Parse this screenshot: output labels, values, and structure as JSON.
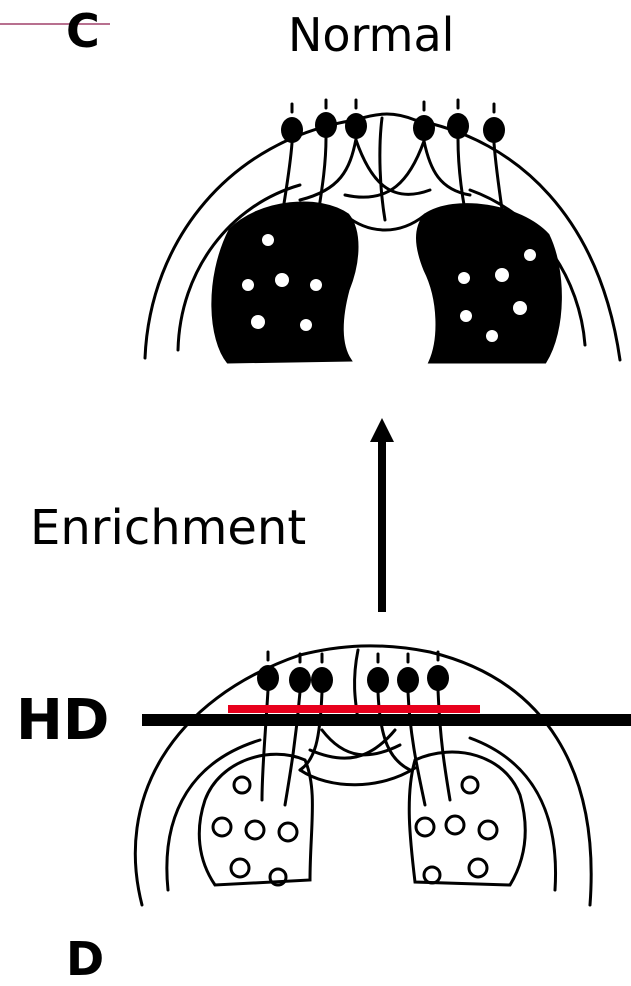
{
  "panel_top": {
    "letter": "C",
    "title": "Normal"
  },
  "transition": {
    "label": "Enrichment"
  },
  "panel_bottom": {
    "letter": "D",
    "marker": "HD"
  },
  "colors": {
    "ink": "#000000",
    "highlight": "#e8001c",
    "corner_rule": "#a0406a"
  }
}
